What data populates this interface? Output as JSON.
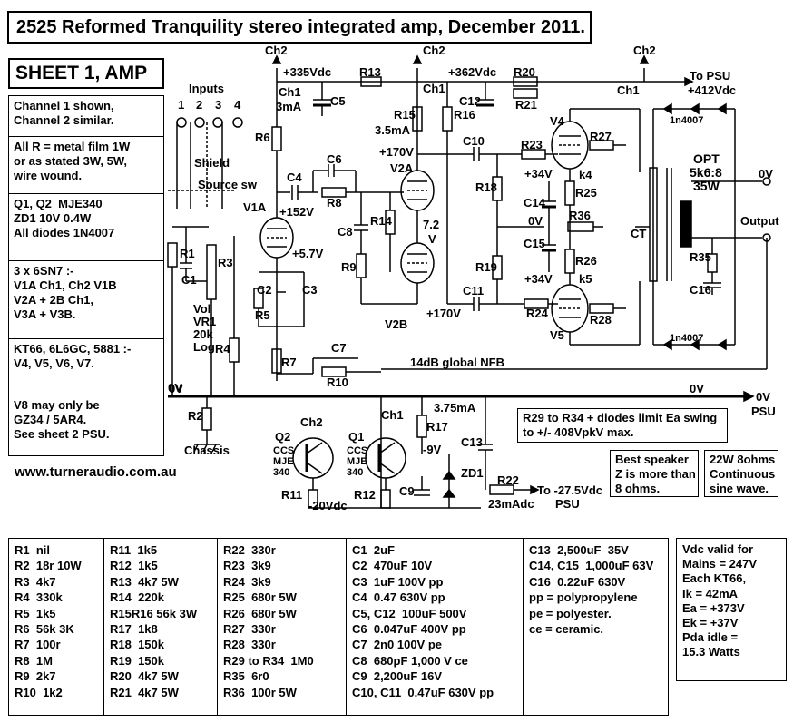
{
  "title": "2525 Reformed Tranquility stereo integrated amp, December 2011.",
  "sheet": "SHEET 1, AMP",
  "left_notes": [
    "Channel 1 shown,\nChannel 2 similar.",
    "All R = metal film 1W\nor as stated 3W, 5W,\nwire wound.",
    "Q1, Q2  MJE340\nZD1 10V 0.4W\nAll diodes 1N4007",
    "3 x 6SN7 :-\nV1A Ch1, Ch2 V1B\nV2A + 2B Ch1,\nV3A + V3B.",
    "KT66, 6L6GC, 5881 :-\nV4, V5, V6, V7.",
    "V8 may only be\nGZ34 / 5AR4.\nSee sheet 2 PSU."
  ],
  "url": "www.turneraudio.com.au",
  "schematic_labels": {
    "inputs": "Inputs",
    "in1": "1",
    "in2": "2",
    "in3": "3",
    "in4": "4",
    "shield": "Shield",
    "source_sw": "Source sw",
    "r1": "R1",
    "c1": "C1",
    "r3": "R3",
    "vol": "Vol",
    "vr1": "VR1",
    "k20": "20k",
    "log": "Log",
    "r4": "R4",
    "r2": "R2",
    "chassis": "Chassis",
    "ov_left": "0V",
    "ch2_a": "Ch2",
    "ch2_b": "Ch2",
    "ch2_c": "Ch2",
    "ch2_d": "Ch2",
    "v335": "+335Vdc",
    "v362": "+362Vdc",
    "to_psu": "To  PSU",
    "v412": "+412Vdc",
    "ch1_a": "Ch1",
    "ma3": "3mA",
    "c5": "C5",
    "r13": "R13",
    "r6": "R6",
    "ch1_b": "Ch1",
    "r15": "R15",
    "ma35": "3.5mA",
    "r16": "R16",
    "c12": "C12",
    "r20": "R20",
    "r21": "R21",
    "ch1_c": "Ch1",
    "d1": "1n4007",
    "v4": "V4",
    "r27": "R27",
    "r23": "R23",
    "c10": "C10",
    "v170a": "+170V",
    "v2a": "V2A",
    "c6": "C6",
    "r8": "R8",
    "c4": "C4",
    "v152": "+152V",
    "v1a": "V1A",
    "v57": "+5.7V",
    "r14": "R14",
    "v72": "7.2",
    "vv": "V",
    "c8": "C8",
    "r9": "R9",
    "r18": "R18",
    "v34a": "+34V",
    "k4": "k4",
    "c14": "C14",
    "r25": "R25",
    "ov_mid": "0V",
    "r36": "R36",
    "c15": "C15",
    "r26": "R26",
    "v34b": "+34V",
    "k5": "k5",
    "r19": "R19",
    "c11": "C11",
    "v170b": "+170V",
    "v2b": "V2B",
    "r24": "R24",
    "r28": "R28",
    "v5": "V5",
    "d2": "1n4007",
    "opt": "OPT",
    "opt_ratio": "5k6:8",
    "opt_w": "35W",
    "ct": "CT",
    "r35": "R35",
    "c16": "C16",
    "ov_out": "0V",
    "output": "Output",
    "c2": "C2",
    "c3": "C3",
    "r5": "R5",
    "r7": "R7",
    "c7": "C7",
    "r10": "R10",
    "nfb": "14dB global NFB",
    "ov_rail1": "0V",
    "ov_rail2": "0V",
    "ov_psu": "0V",
    "psu": "PSU",
    "ch1_ccs": "Ch1",
    "ma375": "3.75mA",
    "r17": "R17",
    "c13": "C13",
    "q2": "Q2",
    "ccs2": "CCS",
    "mje2": "MJE",
    "n340b": "340",
    "q1": "Q1",
    "ccs1": "CCS",
    "mje1": "MJE",
    "n340a": "340",
    "v9": "-9V",
    "zd1": "ZD1",
    "c9": "C9",
    "r11": "R11",
    "r12": "R12",
    "v20": "-20Vdc",
    "r22": "R22",
    "to275": "To -27.5Vdc",
    "psu2": "PSU",
    "ma23": "23mAdc"
  },
  "annotations": {
    "r29": "R29 to R34 + diodes limit Ea swing\nto +/- 408VpkV max.",
    "speaker": "Best speaker\nZ is more than\n8 ohms.",
    "power": "22W 8ohms\nContinuous\nsine wave."
  },
  "parts_columns": [
    [
      "R1  nil",
      "R2  18r 10W",
      "R3  4k7",
      "R4  330k",
      "R5  1k5",
      "R6  56k 3K",
      "R7  100r",
      "R8  1M",
      "R9  2k7",
      "R10  1k2"
    ],
    [
      "R11  1k5",
      "R12  1k5",
      "R13  4k7 5W",
      "R14  220k",
      "R15R16 56k 3W",
      "R17  1k8",
      "R18  150k",
      "R19  150k",
      "R20  4k7 5W",
      "R21  4k7 5W"
    ],
    [
      "R22  330r",
      "R23  3k9",
      "R24  3k9",
      "R25  680r 5W",
      "R26  680r 5W",
      "R27  330r",
      "R28  330r",
      "R29 to R34  1M0",
      "R35  6r0",
      "R36  100r 5W"
    ],
    [
      "C1  2uF",
      "C2  470uF 10V",
      "C3  1uF 100V pp",
      "C4  0.47 630V pp",
      "C5, C12  100uF 500V",
      "C6  0.047uF 400V pp",
      "C7  2n0 100V pe",
      "C8  680pF 1,000 V ce",
      "C9  2,200uF 16V",
      "C10, C11  0.47uF 630V pp"
    ],
    [
      "C13  2,500uF  35V",
      "C14, C15  1,000uF 63V",
      "C16  0.22uF 630V",
      "pp = polypropylene",
      "pe = polyester.",
      "ce = ceramic."
    ]
  ],
  "vdc_notes": [
    "Vdc valid for",
    "Mains = 247V",
    "",
    "Each KT66,",
    "Ik = 42mA",
    "Ea = +373V",
    "Ek = +37V",
    "Pda idle =",
    "15.3 Watts"
  ]
}
